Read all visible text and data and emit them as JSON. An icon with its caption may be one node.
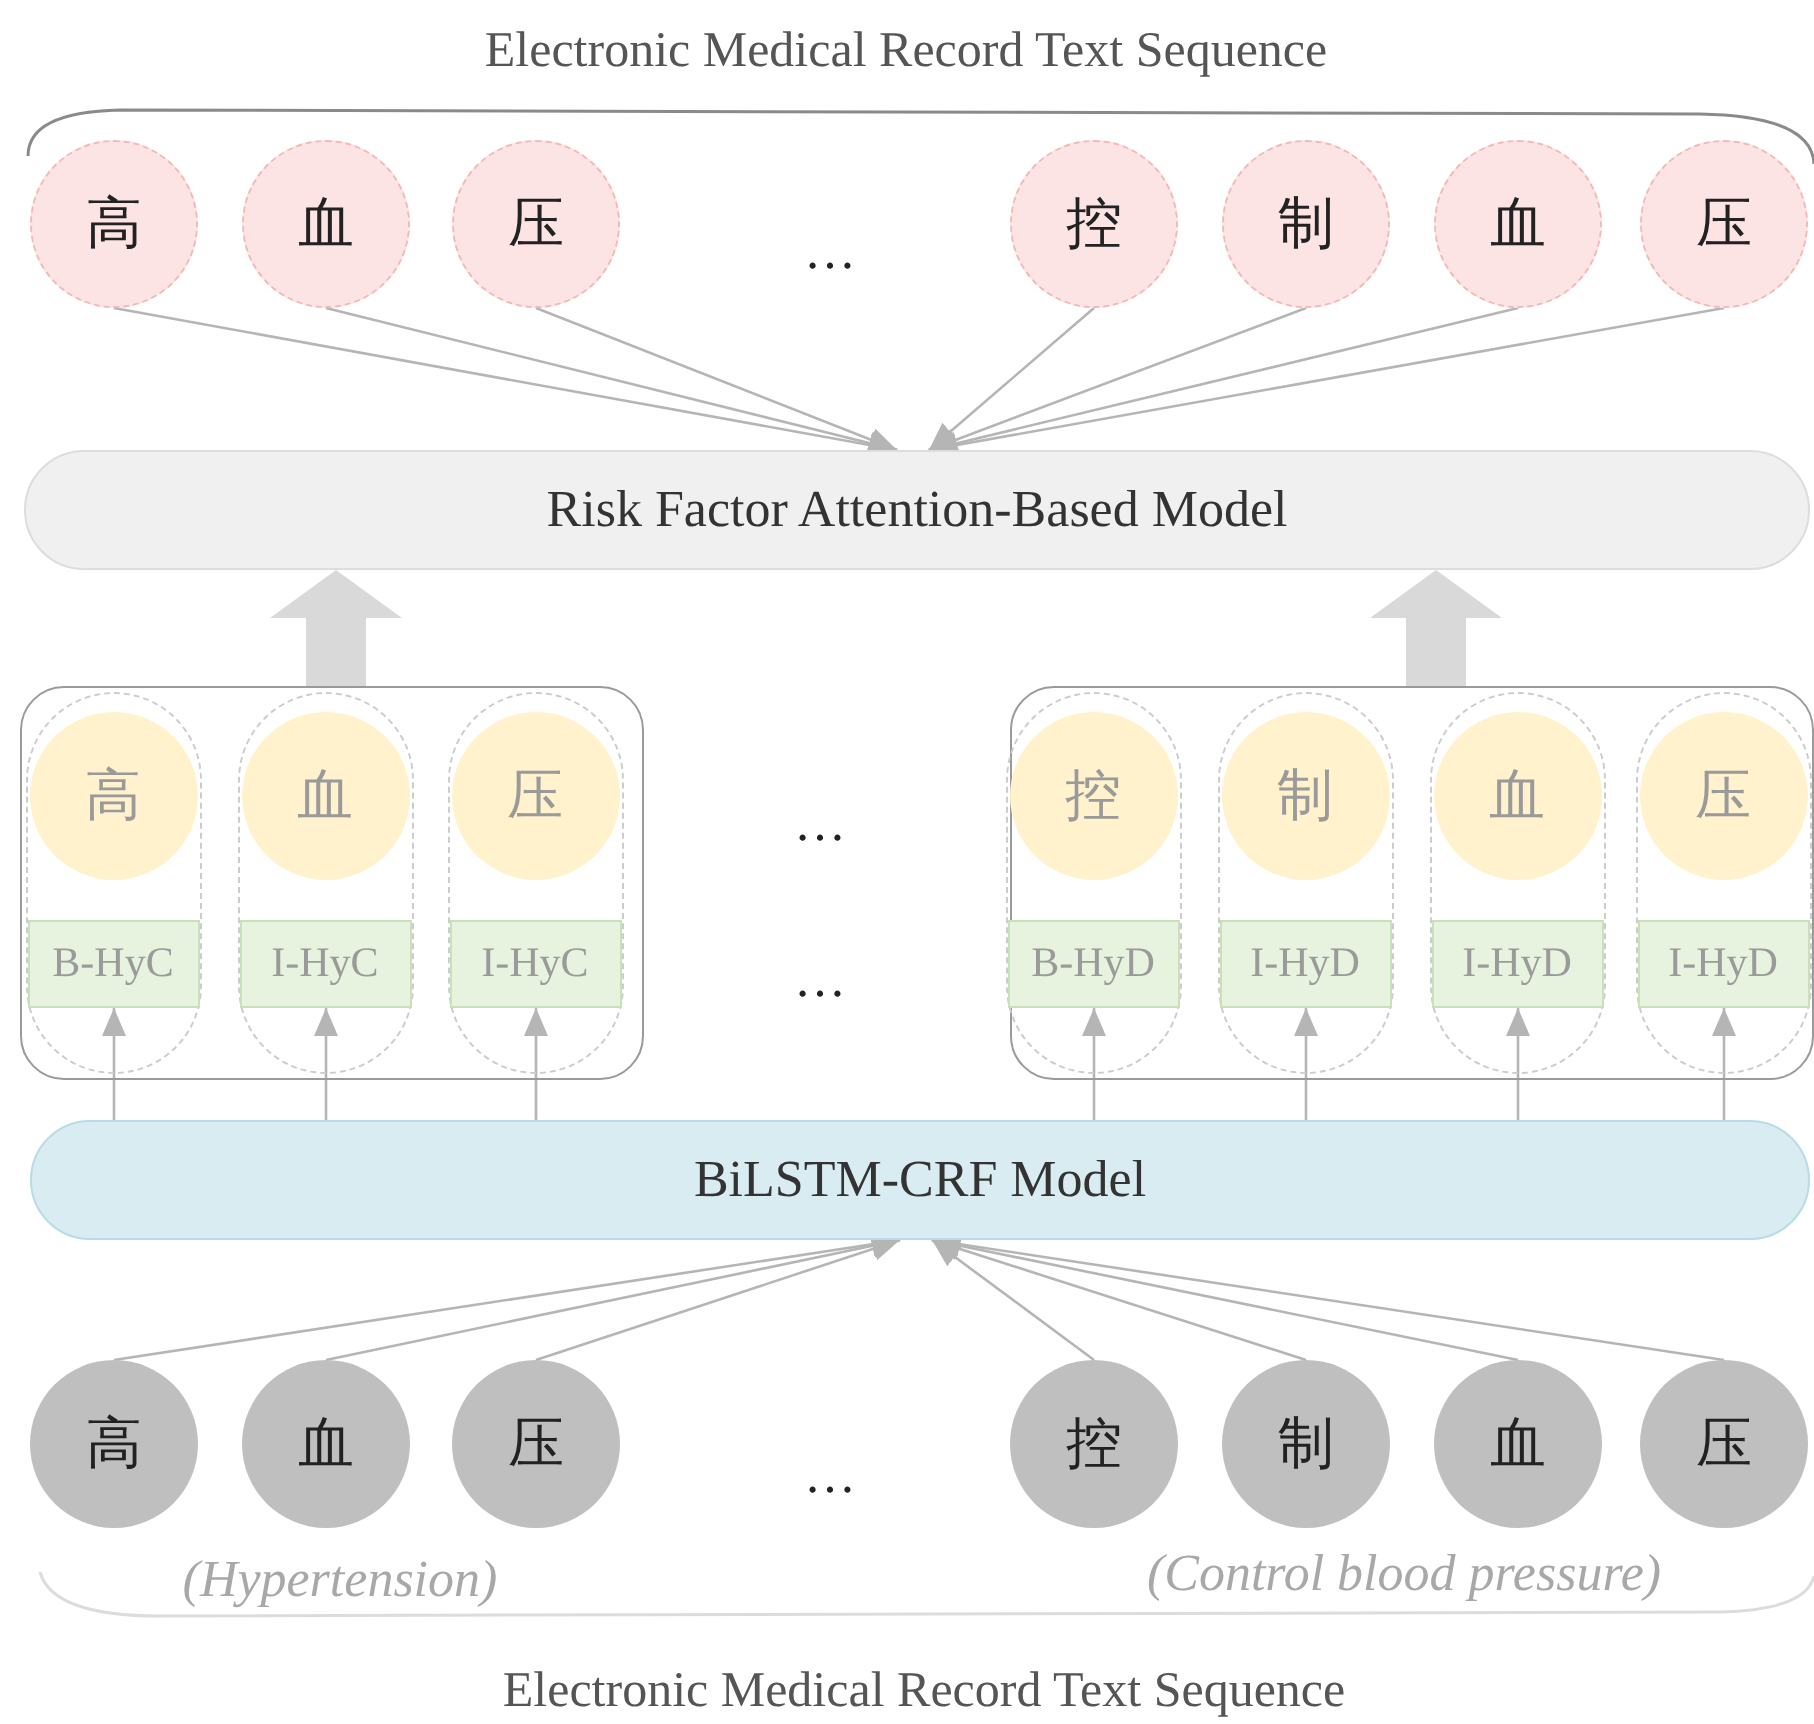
{
  "diagram": {
    "nodes": [
      {
        "text": [
          "高"
        ]
      },
      {
        "text": [
          "血"
        ]
      },
      {
        "text": [
          "压"
        ]
      },
      {
        "text": [
          "控"
        ]
      },
      {
        "text": [
          "制"
        ]
      },
      {
        "text": [
          "血"
        ]
      },
      {
        "text": [
          "压"
        ]
      },
      {
        "text": [
          "Risk Factor Attention-Based Model"
        ]
      },
      {
        "text": [],
        "shape": "box"
      },
      {
        "text": [],
        "shape": "box",
        "in": 8
      },
      {
        "text": [
          "高"
        ],
        "in": 9
      },
      {
        "text": [
          "B-HyC"
        ],
        "in": 9
      },
      {
        "text": [],
        "shape": "box",
        "in": 8
      },
      {
        "text": [
          "血"
        ],
        "in": 12
      },
      {
        "text": [
          "I-HyC"
        ],
        "in": 12
      },
      {
        "text": [],
        "shape": "box",
        "in": 8
      },
      {
        "text": [
          "压"
        ],
        "in": 15
      },
      {
        "text": [
          "I-HyC"
        ],
        "in": 15
      },
      {
        "text": [],
        "shape": "box"
      },
      {
        "text": [],
        "shape": "box",
        "in": 18
      },
      {
        "text": [
          "控"
        ],
        "in": 19
      },
      {
        "text": [
          "B-HyD"
        ],
        "in": 19
      },
      {
        "text": [],
        "shape": "box",
        "in": 18
      },
      {
        "text": [
          "制"
        ],
        "in": 22
      },
      {
        "text": [
          "I-HyD"
        ],
        "in": 22
      },
      {
        "text": [],
        "shape": "box",
        "in": 18
      },
      {
        "text": [
          "血"
        ],
        "in": 25
      },
      {
        "text": [
          "I-HyD"
        ],
        "in": 25
      },
      {
        "text": [],
        "shape": "box",
        "in": 18
      },
      {
        "text": [
          "压"
        ],
        "in": 28
      },
      {
        "text": [
          "I-HyD"
        ],
        "in": 28
      },
      {
        "text": [
          "BiLSTM-CRF Model"
        ]
      },
      {
        "text": [
          "高"
        ]
      },
      {
        "text": [
          "血"
        ]
      },
      {
        "text": [
          "压"
        ]
      },
      {
        "text": [
          "控"
        ]
      },
      {
        "text": [
          "制"
        ]
      },
      {
        "text": [
          "血"
        ]
      },
      {
        "text": [
          "压"
        ]
      }
    ],
    "edges": [
      {
        "from": 0,
        "to": 7,
        "arrow": "to"
      },
      {
        "from": 1,
        "to": 7,
        "arrow": "to"
      },
      {
        "from": 2,
        "to": 7,
        "arrow": "to"
      },
      {
        "from": 3,
        "to": 7,
        "arrow": "to"
      },
      {
        "from": 4,
        "to": 7,
        "arrow": "to"
      },
      {
        "from": 5,
        "to": 7,
        "arrow": "to"
      },
      {
        "from": 6,
        "to": 7,
        "arrow": "to"
      },
      {
        "from": 8,
        "to": 7,
        "arrow": "to",
        "style": "thick"
      },
      {
        "from": 18,
        "to": 7,
        "arrow": "to",
        "style": "thick"
      },
      {
        "from": 31,
        "to": 11,
        "arrow": "to"
      },
      {
        "from": 31,
        "to": 14,
        "arrow": "to"
      },
      {
        "from": 31,
        "to": 17,
        "arrow": "to"
      },
      {
        "from": 31,
        "to": 21,
        "arrow": "to"
      },
      {
        "from": 31,
        "to": 24,
        "arrow": "to"
      },
      {
        "from": 31,
        "to": 27,
        "arrow": "to"
      },
      {
        "from": 31,
        "to": 30,
        "arrow": "to"
      },
      {
        "from": 32,
        "to": 31,
        "arrow": "to"
      },
      {
        "from": 33,
        "to": 31,
        "arrow": "to"
      },
      {
        "from": 34,
        "to": 31,
        "arrow": "to"
      },
      {
        "from": 35,
        "to": 31,
        "arrow": "to"
      },
      {
        "from": 36,
        "to": 31,
        "arrow": "to"
      },
      {
        "from": 37,
        "to": 31,
        "arrow": "to"
      },
      {
        "from": 38,
        "to": 31,
        "arrow": "to"
      }
    ],
    "labels": [
      "Electronic Medical Record Text Sequence",
      "…",
      "…",
      "…",
      "…",
      "(Hypertension)",
      "(Control blood pressure)",
      "Electronic Medical Record Text Sequence"
    ]
  }
}
